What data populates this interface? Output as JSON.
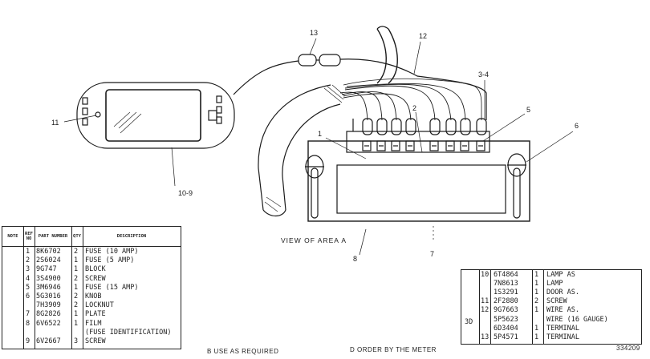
{
  "callouts": {
    "c1": "1",
    "c2": "2",
    "c34": "3-4",
    "c5": "5",
    "c6": "6",
    "c7": "7",
    "c8": "8",
    "c109": "10-9",
    "c11": "11",
    "c12": "12",
    "c13": "13"
  },
  "view_label": "VIEW OF AREA A",
  "parts_table": {
    "headers": {
      "note": "NOTE",
      "ref": "REF NO",
      "part": "PART NUMBER",
      "qty": "QTY",
      "desc": "DESCRIPTION"
    },
    "rows": [
      {
        "note": "",
        "ref": "1",
        "part": "8K6702",
        "qty": "2",
        "desc": "FUSE (10 AMP)"
      },
      {
        "note": "",
        "ref": "2",
        "part": "2S6024",
        "qty": "1",
        "desc": "FUSE (5 AMP)"
      },
      {
        "note": "",
        "ref": "3",
        "part": "9G747",
        "qty": "1",
        "desc": "BLOCK"
      },
      {
        "note": "",
        "ref": "4",
        "part": "3S4900",
        "qty": "2",
        "desc": "SCREW"
      },
      {
        "note": "",
        "ref": "5",
        "part": "3M6946",
        "qty": "1",
        "desc": "FUSE (15 AMP)"
      },
      {
        "note": "",
        "ref": "6",
        "part": "5G3016",
        "qty": "2",
        "desc": "KNOB"
      },
      {
        "note": "",
        "ref": "",
        "part": "7H3909",
        "qty": "2",
        "desc": "LOCKNUT"
      },
      {
        "note": "",
        "ref": "7",
        "part": "8G2826",
        "qty": "1",
        "desc": "PLATE"
      },
      {
        "note": "",
        "ref": "8",
        "part": "6V6522",
        "qty": "1",
        "desc": "FILM"
      },
      {
        "note": "",
        "ref": "",
        "part": "",
        "qty": "",
        "desc": "(FUSE IDENTIFICATION)"
      },
      {
        "note": "",
        "ref": "9",
        "part": "6V2667",
        "qty": "3",
        "desc": "SCREW"
      }
    ]
  },
  "lamp_table": {
    "note_label": "3D",
    "rows": [
      {
        "ref": "10",
        "part": "6T4864",
        "qty": "1",
        "desc": "LAMP AS"
      },
      {
        "ref": "",
        "part": "7N8613",
        "qty": "1",
        "desc": "LAMP"
      },
      {
        "ref": "",
        "part": "1S3291",
        "qty": "1",
        "desc": "DOOR AS."
      },
      {
        "ref": "11",
        "part": "2F2880",
        "qty": "2",
        "desc": "SCREW"
      },
      {
        "ref": "12",
        "part": "9G7663",
        "qty": "1",
        "desc": "WIRE AS."
      },
      {
        "ref": "",
        "part": "5P5623",
        "qty": "",
        "desc": "WIRE (16 GAUGE)"
      },
      {
        "ref": "",
        "part": "6D3404",
        "qty": "1",
        "desc": "TERMINAL"
      },
      {
        "ref": "13",
        "part": "5P4571",
        "qty": "1",
        "desc": "TERMINAL"
      }
    ]
  },
  "footnotes": {
    "b": "B  USE AS REQUIRED",
    "d": "D  ORDER BY THE METER"
  },
  "drawing_number": "334209"
}
